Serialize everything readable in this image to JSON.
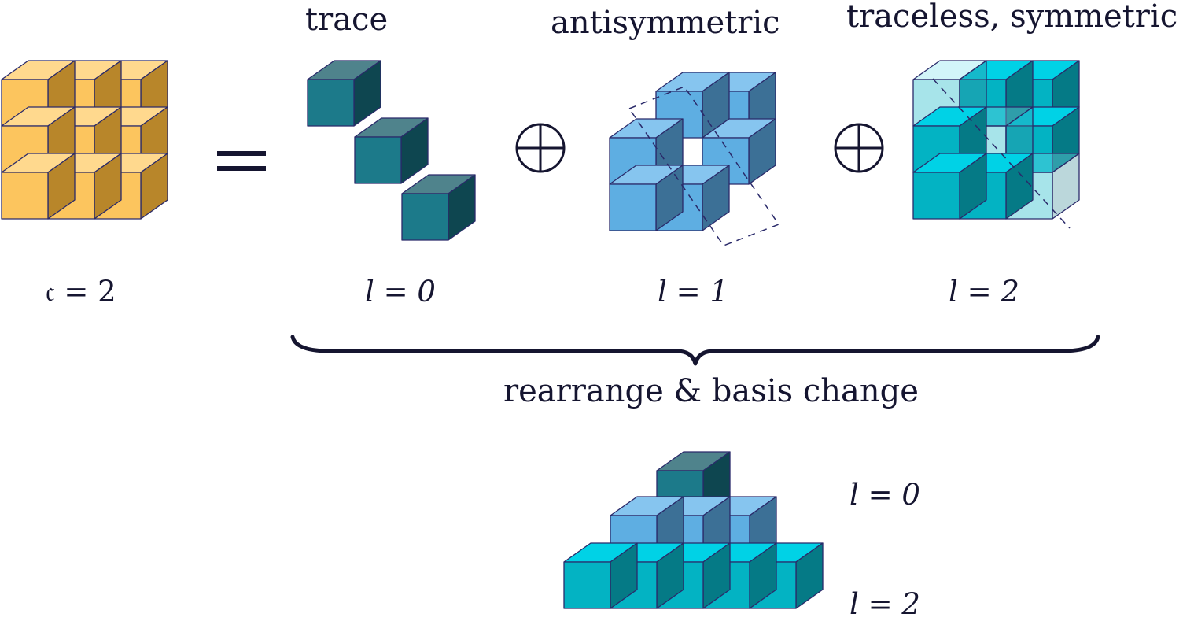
{
  "titles": {
    "trace": "trace",
    "antisymmetric": "antisymmetric",
    "traceless_symmetric": "traceless, symmetric"
  },
  "labels": {
    "input": "𝔠 = 2",
    "l0": "l = 0",
    "l1": "l = 1",
    "l2": "l = 2",
    "bottom_l0": "l = 0",
    "bottom_l2": "l = 2"
  },
  "operators": {
    "equals": "=",
    "oplus": "⊕"
  },
  "brace_caption": "rearrange & basis change",
  "colors": {
    "input": "#FCC55E",
    "trace": "#1C7A8A",
    "antisymmetric": "#5EAEE2",
    "symmetric": "#03B3C3",
    "edge": "#2A2A6A",
    "text": "#151530"
  }
}
